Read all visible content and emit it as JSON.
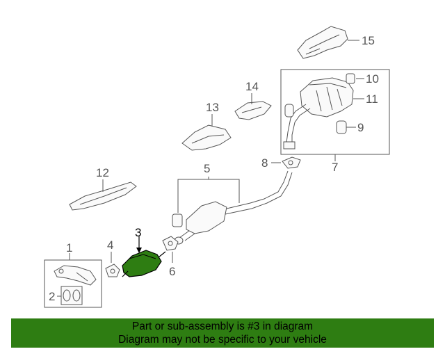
{
  "callouts": {
    "c1": "1",
    "c2": "2",
    "c3": "3",
    "c4": "4",
    "c5": "5",
    "c6": "6",
    "c7": "7",
    "c8": "8",
    "c9": "9",
    "c10": "10",
    "c11": "11",
    "c12": "12",
    "c13": "13",
    "c14": "14",
    "c15": "15"
  },
  "highlight_color": "#2e7d12",
  "banner": {
    "line1": "Part or sub-assembly is #3 in diagram",
    "line2": "Diagram may not be specific to your vehicle",
    "color": "#2e7d12"
  }
}
